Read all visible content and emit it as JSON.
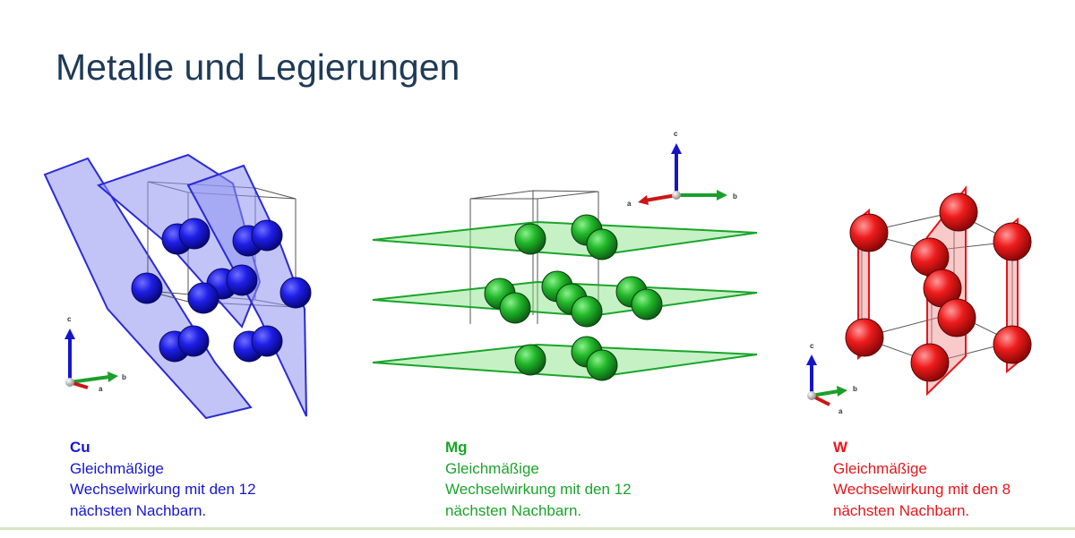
{
  "title": "Metalle und Legierungen",
  "colors": {
    "title": "#1f3a57",
    "cu": "#1515d8",
    "mg": "#1aa52a",
    "w": "#e8151a"
  },
  "axes": {
    "a": "a",
    "b": "b",
    "c": "c"
  },
  "structures": [
    {
      "symbol": "Cu",
      "line1": "Gleichmäßige",
      "line2": "Wechselwirkung mit den 12",
      "line3": "nächsten Nachbarn."
    },
    {
      "symbol": "Mg",
      "line1": "Gleichmäßige",
      "line2": "Wechselwirkung mit den 12",
      "line3": "nächsten Nachbarn."
    },
    {
      "symbol": "W",
      "line1": "Gleichmäßige",
      "line2": "Wechselwirkung mit den 8",
      "line3": "nächsten Nachbarn."
    }
  ]
}
